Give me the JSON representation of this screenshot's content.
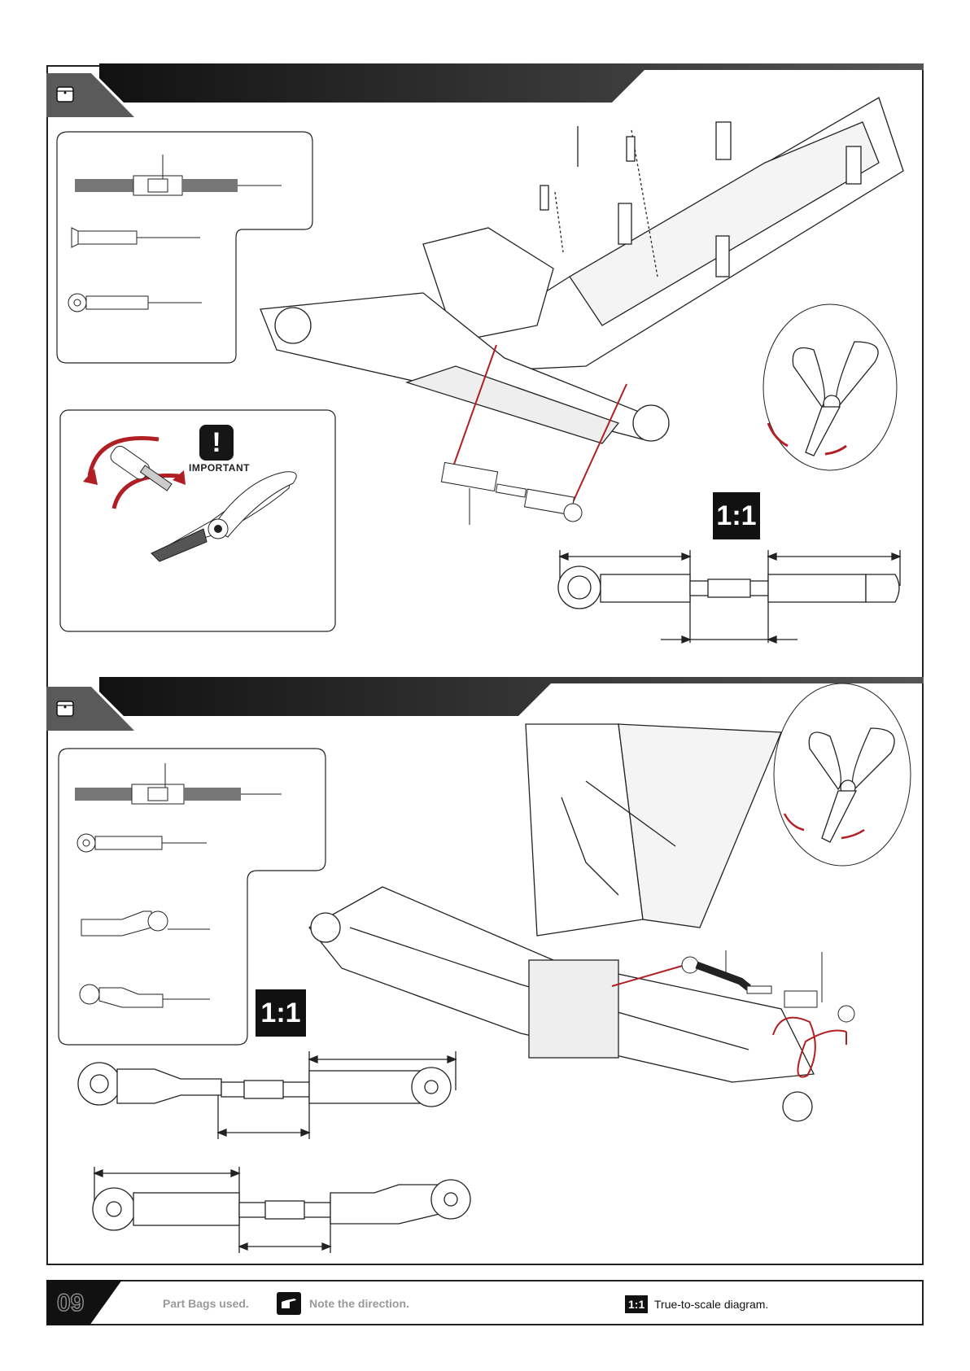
{
  "step_a": {
    "scale_label": "1:1",
    "important_label": "IMPORTANT",
    "important_symbol": "!"
  },
  "step_b": {
    "scale_label": "1:1"
  },
  "footer": {
    "page_number": "09",
    "bags_label": "Part Bags used.",
    "direction_label": "Note the direction.",
    "scale_badge": "1:1",
    "scale_label": "True-to-scale diagram."
  },
  "colors": {
    "banner_dark": "#1c1c1c",
    "banner_grey": "#5a5a5a",
    "accent_red": "#b01f24",
    "frame": "#222222"
  }
}
